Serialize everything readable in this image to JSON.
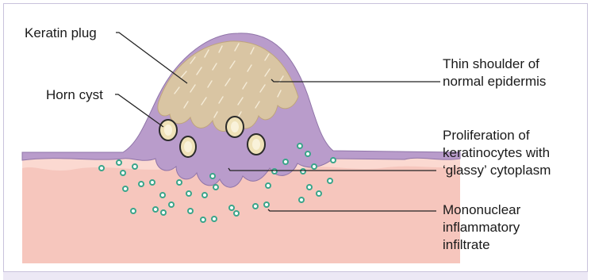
{
  "labels": {
    "keratin_plug": "Keratin plug",
    "horn_cyst": "Horn cyst",
    "shoulder_line1": "Thin shoulder of",
    "shoulder_line2": "normal epidermis",
    "prolif_line1": "Proliferation of",
    "prolif_line2": "keratinocytes with",
    "prolif_line3": "‘glassy’ cytoplasm",
    "infiltrate_line1": "Mononuclear",
    "infiltrate_line2": "inflammatory",
    "infiltrate_line3": "infiltrate"
  },
  "colors": {
    "dermis": "#f6c6bd",
    "dermis_top": "#fbd9d1",
    "epidermis": "#b99ccb",
    "epidermis_edge": "#8f74a8",
    "keratin": "#d9c5a3",
    "keratin_streak": "#f5ecd8",
    "cyst_fill": "#efe2b8",
    "cell_fill": "#ffffff",
    "cell_edge": "#3aa58a",
    "leader_line": "#222222"
  }
}
